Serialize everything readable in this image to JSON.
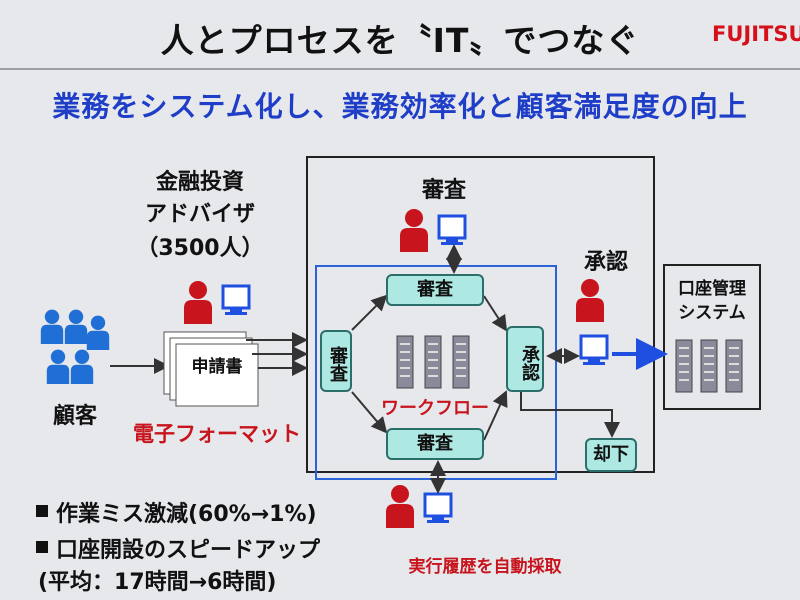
{
  "header": {
    "title": "人とプロセスを〝IT〟でつなぐ",
    "logo": "FUJITSU",
    "subtitle": "業務をシステム化し、業務効率化と顧客満足度の向上"
  },
  "left": {
    "customer_label": "顧客",
    "advisor_label_1": "金融投資",
    "advisor_label_2": "アドバイザ",
    "advisor_label_3": "（3500人）",
    "form_label": "申請書",
    "eformat_label": "電子フォーマット"
  },
  "workflow": {
    "review_top_label": "審査",
    "approve_label": "承認",
    "box_review_left": "審査",
    "box_review_top": "審査",
    "box_review_bottom": "審査",
    "box_approve": "承認",
    "workflow_label": "ワークフロー",
    "reject_label": "却下",
    "log_label": "実行履歴を自動採取"
  },
  "external": {
    "account_system_1": "口座管理",
    "account_system_2": "システム"
  },
  "bullets": {
    "item1": "作業ミス激減(60%→1%)",
    "item2": "口座開設のスピードアップ",
    "item2_sub": "(平均：17時間→6時間)"
  },
  "colors": {
    "person_blue": "#1f6fd6",
    "person_red": "#c8141c",
    "accent_blue": "#1f3ec8",
    "box_fill": "#aee8e2"
  }
}
